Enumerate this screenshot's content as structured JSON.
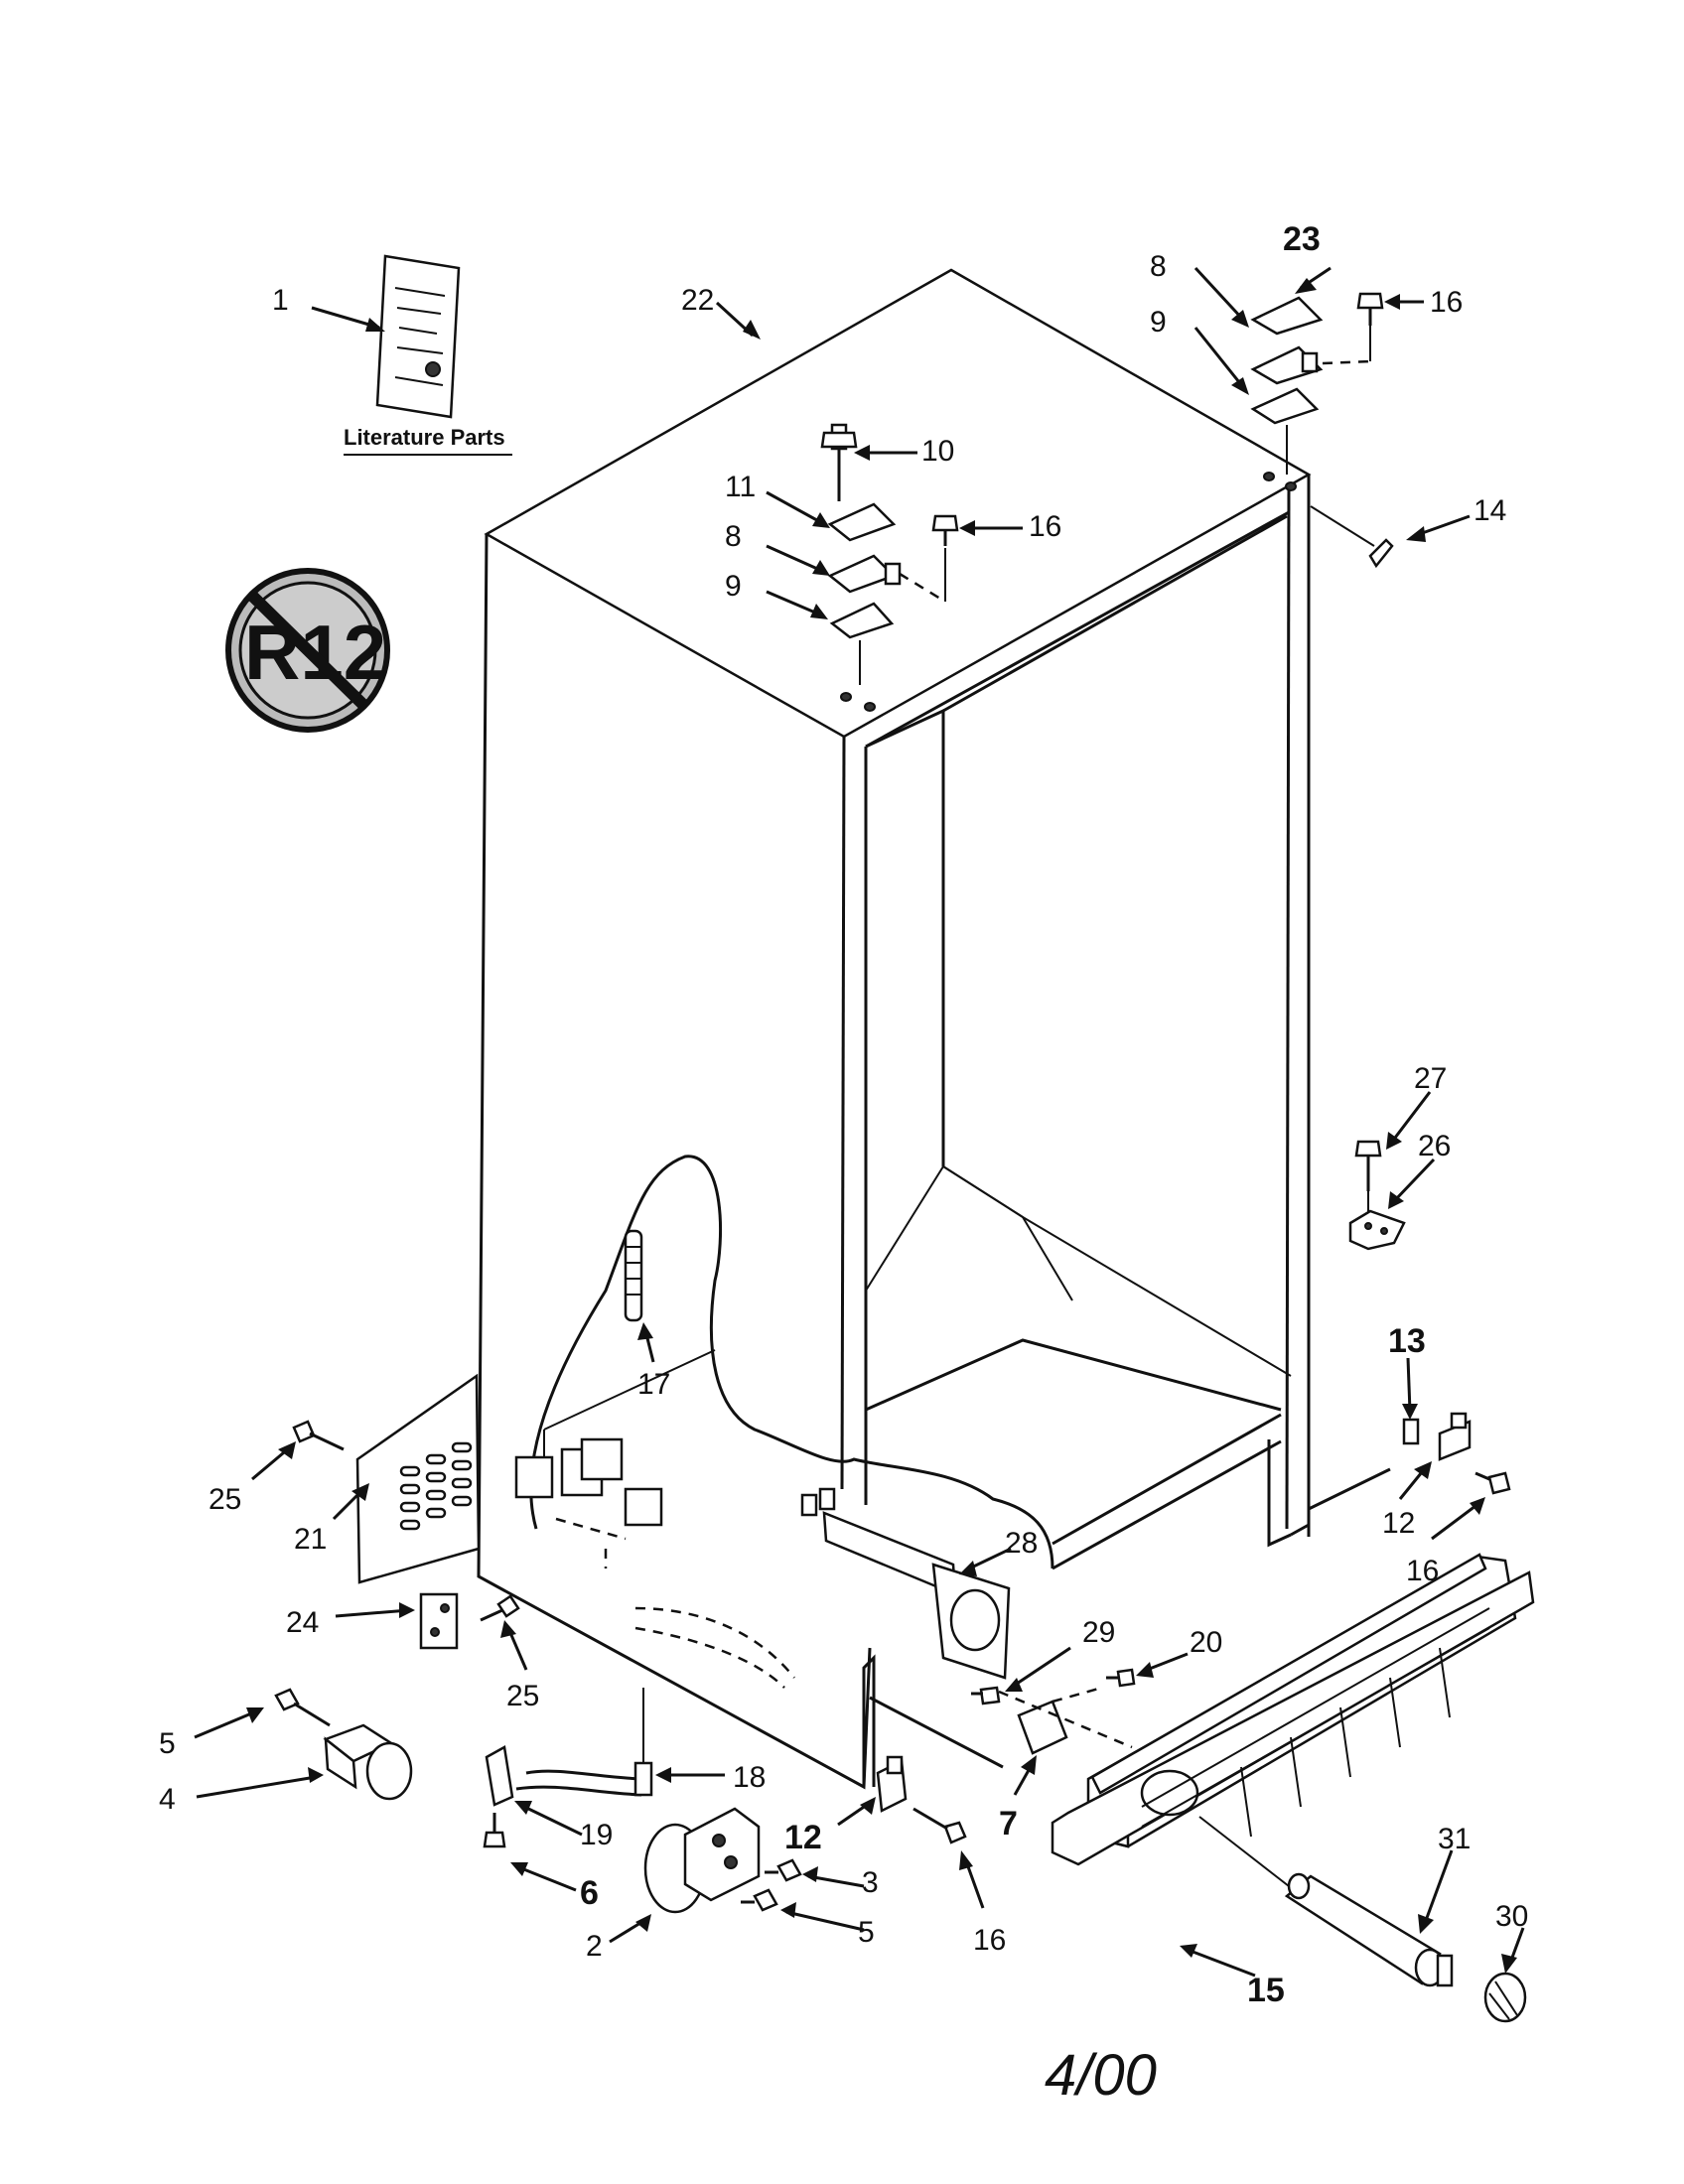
{
  "literature": {
    "label": "Literature Parts"
  },
  "r12_symbol": {
    "text": "R12"
  },
  "date": "4/00",
  "callouts": [
    {
      "id": "c1",
      "text": "1"
    },
    {
      "id": "c22",
      "text": "22"
    },
    {
      "id": "c23",
      "text": "23"
    },
    {
      "id": "c8a",
      "text": "8"
    },
    {
      "id": "c9a",
      "text": "9"
    },
    {
      "id": "c16a",
      "text": "16"
    },
    {
      "id": "c10",
      "text": "10"
    },
    {
      "id": "c11",
      "text": "11"
    },
    {
      "id": "c8b",
      "text": "8"
    },
    {
      "id": "c9b",
      "text": "9"
    },
    {
      "id": "c16b",
      "text": "16"
    },
    {
      "id": "c14",
      "text": "14"
    },
    {
      "id": "c27",
      "text": "27"
    },
    {
      "id": "c26",
      "text": "26"
    },
    {
      "id": "c13",
      "text": "13"
    },
    {
      "id": "c12a",
      "text": "12"
    },
    {
      "id": "c16c",
      "text": "16"
    },
    {
      "id": "c17",
      "text": "17"
    },
    {
      "id": "c25a",
      "text": "25"
    },
    {
      "id": "c21",
      "text": "21"
    },
    {
      "id": "c28",
      "text": "28"
    },
    {
      "id": "c24",
      "text": "24"
    },
    {
      "id": "c25b",
      "text": "25"
    },
    {
      "id": "c29",
      "text": "29"
    },
    {
      "id": "c20",
      "text": "20"
    },
    {
      "id": "c5a",
      "text": "5"
    },
    {
      "id": "c4",
      "text": "4"
    },
    {
      "id": "c18",
      "text": "18"
    },
    {
      "id": "c19",
      "text": "19"
    },
    {
      "id": "c6",
      "text": "6"
    },
    {
      "id": "c12b",
      "text": "12"
    },
    {
      "id": "c7",
      "text": "7"
    },
    {
      "id": "c16d",
      "text": "16"
    },
    {
      "id": "c3",
      "text": "3"
    },
    {
      "id": "c2",
      "text": "2"
    },
    {
      "id": "c5b",
      "text": "5"
    },
    {
      "id": "c15",
      "text": "15"
    },
    {
      "id": "c31",
      "text": "31"
    },
    {
      "id": "c30",
      "text": "30"
    }
  ]
}
